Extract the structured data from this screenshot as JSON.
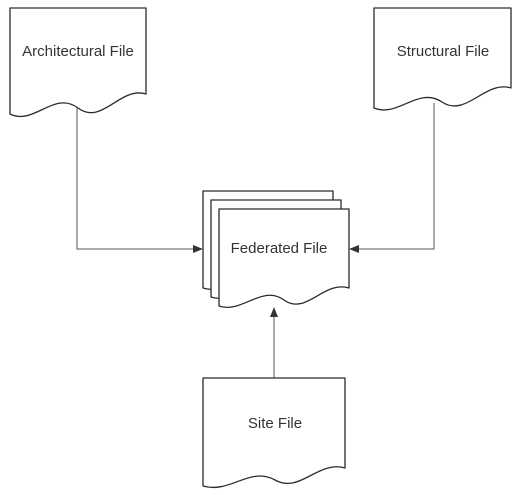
{
  "diagram": {
    "nodes": {
      "architectural": {
        "label": "Architectural File"
      },
      "structural": {
        "label": "Structural File"
      },
      "federated": {
        "label": "Federated File"
      },
      "site": {
        "label": "Site File"
      }
    },
    "colors": {
      "stroke": "#2b2b2b",
      "fill": "#ffffff",
      "text": "#333333",
      "connector": "#555555"
    }
  }
}
